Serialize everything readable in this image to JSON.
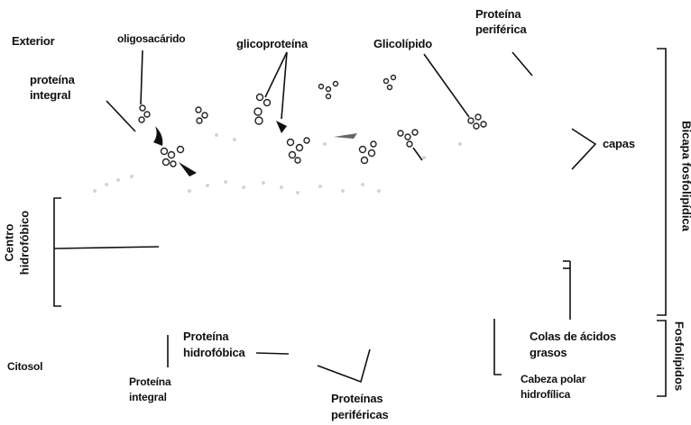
{
  "labels": {
    "exterior": "Exterior",
    "oligosacarido": "oligosacárido",
    "glicoproteina": "glicoproteína",
    "glicolipido": "Glicolípido",
    "proteina_periferica_top_1": "Proteína",
    "proteina_periferica_top_2": "periférica",
    "proteina_integral_top_1": "proteína",
    "proteina_integral_top_2": "integral",
    "capas": "capas",
    "bicapa": "Bicapa fosfolipídica",
    "centro_1": "Centro",
    "centro_2": "hidrofóbico",
    "citosol": "Citosol",
    "proteina_hidrofobica_1": "Proteína",
    "proteina_hidrofobica_2": "hidrofóbica",
    "proteina_integral_bottom_1": "Proteína",
    "proteina_integral_bottom_2": "integral",
    "proteinas_perifericas_1": "Proteínas",
    "proteinas_perifericas_2": "periféricas",
    "colas_1": "Colas de ácidos",
    "colas_2": "grasos",
    "cabeza_1": "Cabeza polar",
    "cabeza_2": "hidrofílica",
    "fosfolipidos": "Fosfolípidos"
  },
  "colors": {
    "ink": "#111111",
    "faint": "#cfcfcf"
  }
}
